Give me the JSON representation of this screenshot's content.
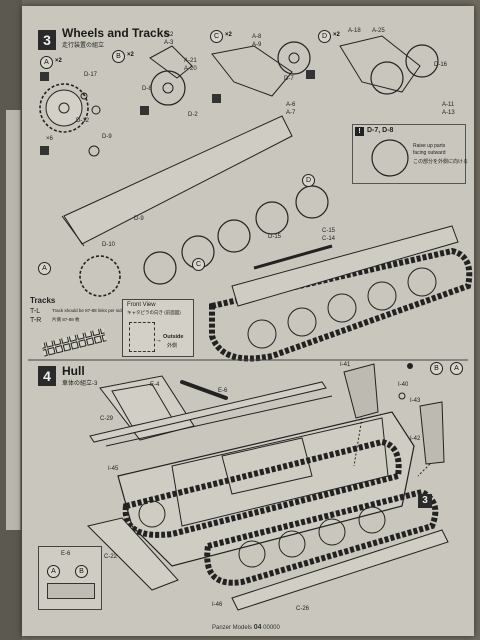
{
  "step3": {
    "number": "3",
    "title": "Wheels and Tracks",
    "subtitle": "走行装置の組立"
  },
  "step4": {
    "number": "4",
    "title": "Hull",
    "subtitle": "車体の組立-3"
  },
  "subassemblies": [
    {
      "letter": "A",
      "multiplier": "×2"
    },
    {
      "letter": "B",
      "multiplier": "×2"
    },
    {
      "letter": "C",
      "multiplier": "×2"
    },
    {
      "letter": "D",
      "multiplier": "×2"
    }
  ],
  "part_labels": {
    "d17": "D-17",
    "d12": "D-12",
    "d9a": "D-9",
    "a2": "A-2",
    "a3": "A-3",
    "a21": "A-21",
    "a20": "A-20",
    "d8": "D-8",
    "d2": "D-2",
    "a8": "A-8",
    "a9": "A-9",
    "d7": "D-7",
    "a6": "A-6",
    "a7": "A-7",
    "a18": "A-18",
    "a25": "A-25",
    "d16": "D-16",
    "a11": "A-11",
    "a13": "A-13",
    "d9b": "D-9",
    "d10": "D-10",
    "d15": "D-15",
    "c15": "C-15",
    "c14": "C-14",
    "x6": "×6",
    "warn_parts": "D-7, D-8",
    "warn_text1": "Raise up parts",
    "warn_text2": "facing outward",
    "warn_text3": "この部分を外側に向ける",
    "e4": "E-4",
    "e6": "E-6",
    "i41": "I-41",
    "i40": "I-40",
    "i43": "I-43",
    "i42": "I-42",
    "b_ref": "B",
    "a_ref": "A",
    "c29": "C-29",
    "i45": "I-45",
    "c22": "C-22",
    "i46": "I-46",
    "c26": "C-26",
    "e6b": "E-6"
  },
  "tracks": {
    "title": "Tracks",
    "tl_code": "T-L",
    "tl_text": "Track should be 87-88 links per side",
    "tr_code": "T-R",
    "tr_text": "片側 87-88 枚"
  },
  "front_view": {
    "title": "Front View",
    "subtitle": "キャタピラの向き (前面図)",
    "outside": "Outside",
    "outside_jp": "外側"
  },
  "ref_step": "3",
  "legend": {
    "title": "E-6",
    "a_item": "A",
    "b_item": "B"
  },
  "footer": {
    "brand": "Panzer Models",
    "page": "04",
    "suffix": "00000"
  }
}
